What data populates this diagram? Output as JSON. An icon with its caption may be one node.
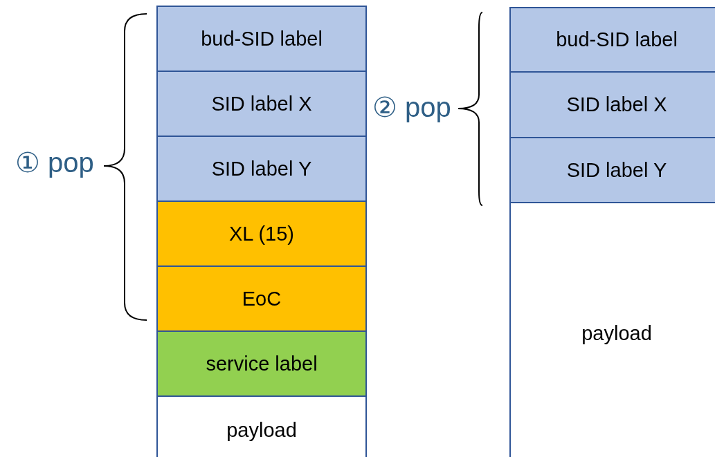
{
  "diagram": {
    "nodes": [
      {
        "text": [
          "bud-SID label"
        ]
      },
      {
        "text": [
          "SID label X"
        ]
      },
      {
        "text": [
          "SID label Y"
        ]
      },
      {
        "text": [
          "XL (15)"
        ]
      },
      {
        "text": [
          "EoC"
        ]
      },
      {
        "text": [
          "service label"
        ]
      },
      {
        "text": [
          "payload"
        ]
      },
      {
        "text": [
          "bud-SID label"
        ]
      },
      {
        "text": [
          "SID label X"
        ]
      },
      {
        "text": [
          "SID label Y"
        ]
      },
      {
        "text": [
          "payload"
        ]
      }
    ],
    "labels": [
      "① pop",
      "② pop"
    ]
  }
}
